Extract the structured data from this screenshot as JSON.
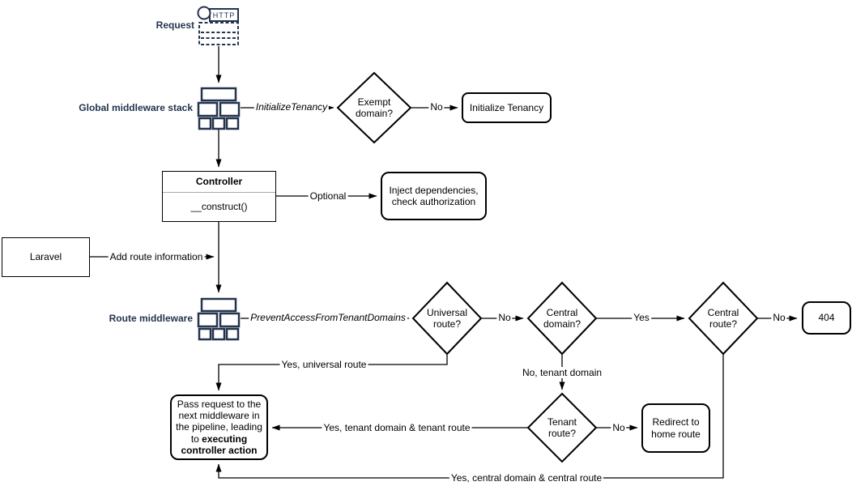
{
  "colors": {
    "icon_navy": "#24344d",
    "edge_black": "#000000",
    "fill_white": "#ffffff",
    "uml_divider": "#a9a9a9"
  },
  "icons": {
    "request_icon": "http-request-icon",
    "global_middleware_icon": "middleware-stack-icon",
    "route_middleware_icon": "middleware-stack-icon"
  },
  "side_labels": {
    "request": "Request",
    "global_middleware": "Global middleware stack",
    "route_middleware": "Route middleware"
  },
  "request_icon": {
    "http": "HTTP"
  },
  "nodes": {
    "exempt_domain": "Exempt domain?",
    "initialize_tenancy": "Initialize Tenancy",
    "controller_title": "Controller",
    "controller_method": "__construct()",
    "inject_dependencies": "Inject dependencies, check authorization",
    "laravel": "Laravel",
    "universal_route": "Universal route?",
    "central_domain": "Central domain?",
    "central_route": "Central route?",
    "not_found": "404",
    "tenant_route": "Tenant route?",
    "redirect_home": "Redirect to home route",
    "pass_request_normal": "Pass request to the next middleware in the pipeline, leading to ",
    "pass_request_bold": "executing controller action"
  },
  "edge_labels": {
    "initialize_tenancy": "InitializeTenancy",
    "no_exempt": "No",
    "optional": "Optional",
    "add_route_information": "Add route information",
    "prevent_access": "PreventAccessFromTenantDomains",
    "no_universal": "No",
    "yes_central_domain": "Yes",
    "no_central_route": "No",
    "yes_universal_route": "Yes, universal route",
    "no_tenant_domain": "No, tenant domain",
    "no_tenant_route": "No",
    "yes_tenant_route": "Yes, tenant domain & tenant route",
    "yes_central_route": "Yes, central domain & central route"
  }
}
